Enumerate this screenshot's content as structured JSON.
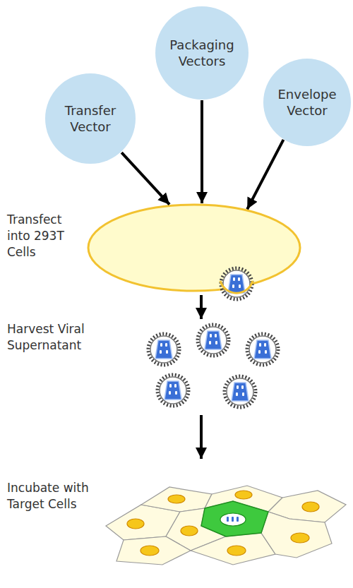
{
  "diagram": {
    "nodes": [
      {
        "text": [
          "Transfer Vector"
        ]
      },
      {
        "text": [
          "Packaging Vectors"
        ]
      },
      {
        "text": [
          "Envelope Vector"
        ]
      },
      {
        "text": [
          "Transfect into 293T Cells"
        ]
      }
    ],
    "edges": [
      {
        "from": 0,
        "to": 3,
        "arrow": "to"
      },
      {
        "from": 1,
        "to": 3,
        "arrow": "to"
      },
      {
        "from": 2,
        "to": 3,
        "arrow": "to"
      }
    ],
    "labels": [
      "Harvest Viral Supernatant",
      "Incubate with Target Cells"
    ]
  }
}
